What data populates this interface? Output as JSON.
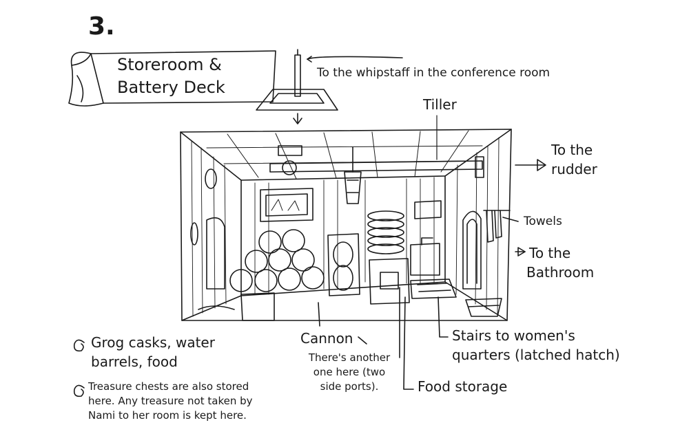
{
  "page_number": "3.",
  "title": {
    "line1": "Storeroom &",
    "line2": "Battery Deck"
  },
  "labels": {
    "whipstaff": "To the whipstaff in the conference room",
    "tiller": "Tiller",
    "rudder_line1": "To the",
    "rudder_line2": "rudder",
    "towels": "Towels",
    "bathroom_line1": "To the",
    "bathroom_line2": "Bathroom",
    "cannon": "Cannon",
    "cannon_note_line1": "There's another",
    "cannon_note_line2": "one here (two",
    "cannon_note_line3": "side ports).",
    "stairs_line1": "Stairs to women's",
    "stairs_line2": "quarters (latched hatch)",
    "food_storage": "Food storage"
  },
  "notes": {
    "note1_line1": "Grog casks, water",
    "note1_line2": "barrels, food",
    "note2_line1": "Treasure chests are also stored",
    "note2_line2": "here. Any treasure not taken by",
    "note2_line3": "Nami to her room is kept here."
  }
}
